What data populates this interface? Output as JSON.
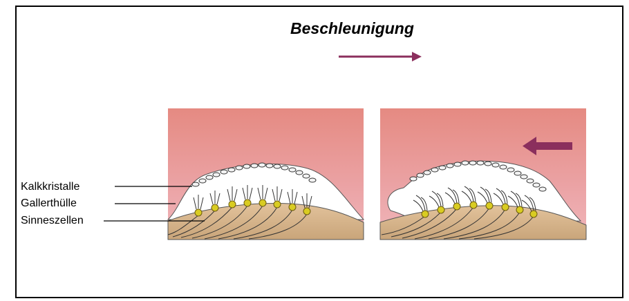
{
  "title": "Beschleunigung",
  "labels": {
    "calcite": "Kalkkristalle",
    "gel": "Gallerthülle",
    "sensory": "Sinneszellen"
  },
  "colors": {
    "arrow": "#8b2f5d",
    "background_pink": "#e89a96",
    "membrane_white": "#ffffff",
    "tissue": "#d8b48a",
    "cell_yellow": "#d9cc22"
  },
  "panels": [
    "rest-state",
    "accelerated-state"
  ]
}
